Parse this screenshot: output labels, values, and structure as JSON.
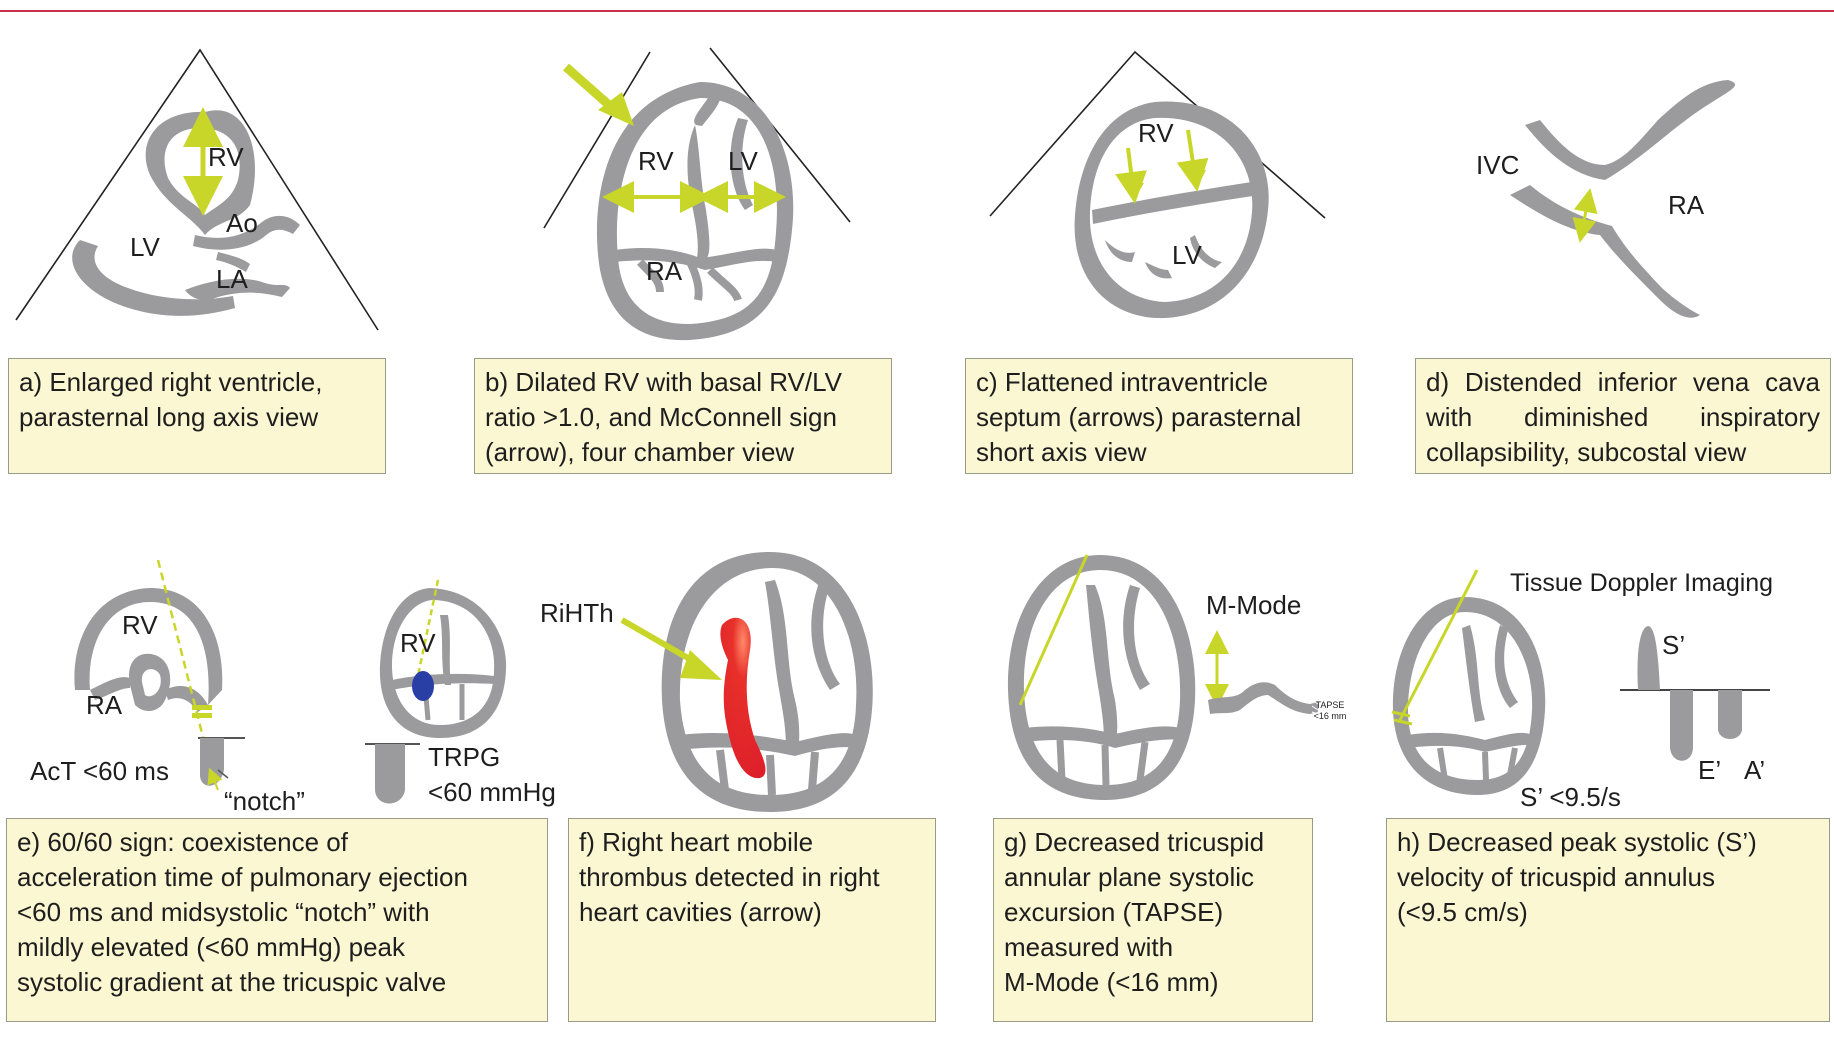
{
  "panels": {
    "a": {
      "caption": "a) Enlarged right ventricle,\nparasternal long axis view",
      "labels": {
        "rv": "RV",
        "ao": "Ao",
        "lv": "LV",
        "la": "LA"
      }
    },
    "b": {
      "caption": "b) Dilated RV with basal RV/LV\nratio >1.0, and McConnell sign\n(arrow), four chamber view",
      "labels": {
        "rv": "RV",
        "lv": "LV",
        "ra": "RA"
      }
    },
    "c": {
      "caption": "c) Flattened intraventricle\nseptum (arrows) parasternal\nshort axis view",
      "labels": {
        "rv": "RV",
        "lv": "LV"
      }
    },
    "d": {
      "caption": "d) Distended inferior vena cava with diminished inspiratory collapsibility, subcostal view",
      "labels": {
        "ivc": "IVC",
        "ra": "RA"
      }
    },
    "e": {
      "caption": "e) 60/60 sign: coexistence of\nacceleration time of pulmonary ejection\n<60 ms and midsystolic “notch” with\nmildly elevated (<60 mmHg) peak\nsystolic gradient at the tricuspic valve",
      "labels": {
        "rv1": "RV",
        "ra": "RA",
        "act": "AcT <60 ms",
        "notch": "“notch”",
        "rv2": "RV",
        "trpg1": "TRPG",
        "trpg2": "<60 mmHg"
      }
    },
    "f": {
      "caption": "f) Right heart mobile\nthrombus detected in right\nheart cavities (arrow)",
      "labels": {
        "rihth": "RiHTh"
      }
    },
    "g": {
      "caption": "g) Decreased tricuspid\nannular plane systolic\nexcursion (TAPSE)\nmeasured with\nM-Mode (<16 mm)",
      "labels": {
        "mmode": "M-Mode",
        "tapse1": "TAPSE",
        "tapse2": "<16 mm"
      }
    },
    "h": {
      "caption": "h) Decreased peak systolic (S’)\nvelocity of tricuspid annulus\n(<9.5 cm/s)",
      "labels": {
        "tdi": "Tissue Doppler Imaging",
        "s": "S’",
        "e": "E’",
        "a": "A’",
        "svel": "S’ <9.5/s"
      }
    }
  },
  "colors": {
    "heart": "#9b9b9d",
    "arrow": "#c8d62a",
    "thrombus": "#e02a2a",
    "blue": "#2a3fa6",
    "caption_bg": "#fbf7d2",
    "rule": "#c9314a"
  }
}
